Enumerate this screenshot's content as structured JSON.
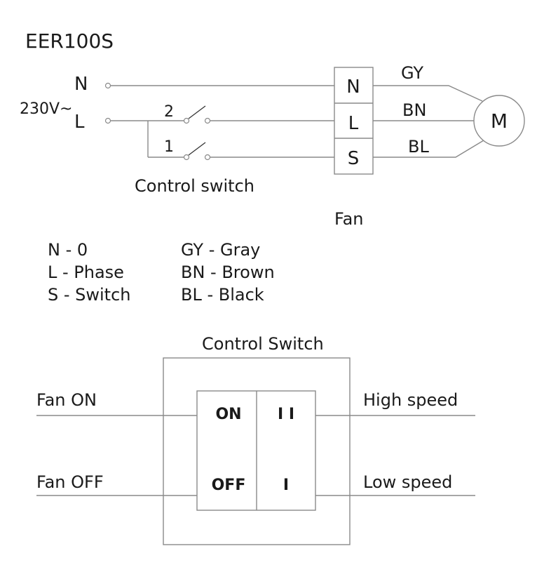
{
  "title": "EER100S",
  "supply": {
    "voltage": "230V~",
    "n": "N",
    "l": "L"
  },
  "switch_contacts": {
    "upper": "2",
    "lower": "1"
  },
  "control_switch_caption": "Control switch",
  "terminals": [
    "N",
    "L",
    "S"
  ],
  "wires": [
    "GY",
    "BN",
    "BL"
  ],
  "motor": "M",
  "fan_caption": "Fan",
  "legend_left": [
    "N - 0",
    "L  - Phase",
    "S  - Switch"
  ],
  "legend_right": [
    "GY - Gray",
    "BN - Brown",
    "BL  - Black"
  ],
  "panel": {
    "title": "Control Switch",
    "left_labels": [
      "Fan ON",
      "Fan OFF"
    ],
    "right_labels": [
      "High speed",
      "Low speed"
    ],
    "left_rocker": [
      "ON",
      "OFF"
    ],
    "right_rocker": [
      "I I",
      "I"
    ]
  }
}
